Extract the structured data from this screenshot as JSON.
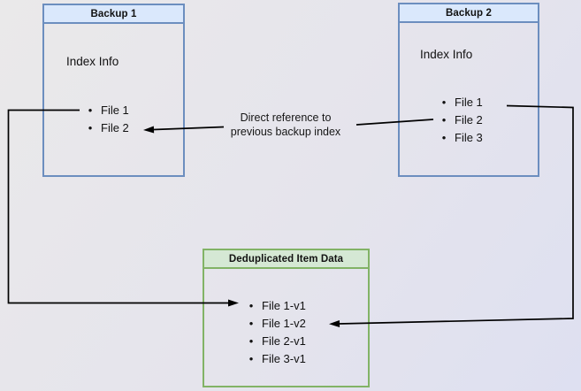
{
  "diagram": {
    "backup1": {
      "title": "Backup 1",
      "subtitle": "Index Info",
      "items": [
        "File 1",
        "File 2"
      ]
    },
    "backup2": {
      "title": "Backup 2",
      "subtitle": "Index Info",
      "items": [
        "File 1",
        "File 2",
        "File 3"
      ]
    },
    "dedup": {
      "title": "Deduplicated Item Data",
      "items": [
        "File 1-v1",
        "File 1-v2",
        "File 2-v1",
        "File 3-v1"
      ]
    },
    "annotation": {
      "line1": "Direct reference to",
      "line2": "previous backup index"
    },
    "colors": {
      "blue_border": "#6c8ebf",
      "blue_header_fill": "#dae8fc",
      "green_border": "#82b366",
      "green_header_fill": "#d5e8d4",
      "connector": "#000000",
      "background_start": "#eae9ea",
      "background_end": "#dee0f1"
    }
  }
}
